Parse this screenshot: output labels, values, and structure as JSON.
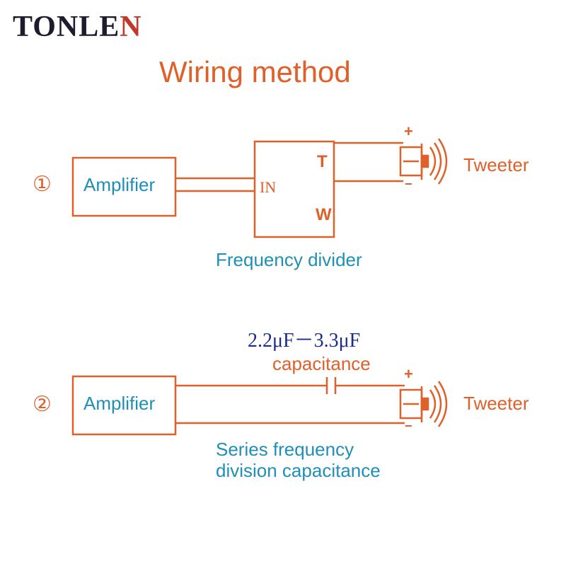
{
  "brand": {
    "prefix": "TONLE",
    "suffix": "N"
  },
  "title": "Wiring method",
  "section1": {
    "number": "①",
    "amplifier_label": "Amplifier",
    "divider": {
      "in_label": "IN",
      "t_label": "T",
      "w_label": "W",
      "caption": "Frequency divider"
    },
    "tweeter": {
      "label": "Tweeter",
      "plus": "+",
      "minus": "−"
    }
  },
  "section2": {
    "number": "②",
    "amplifier_label": "Amplifier",
    "capacitor": {
      "value": "2.2μF－3.3μF",
      "label": "capacitance"
    },
    "tweeter": {
      "label": "Tweeter",
      "plus": "+",
      "minus": "−"
    },
    "caption_line1": "Series frequency",
    "caption_line2": "division capacitance"
  },
  "colors": {
    "wire": "#e0602a",
    "caption": "#1f8fb8",
    "capacitor_value": "#1a2d8f",
    "brand": "#1c1c2e",
    "brand_accent": "#c0392b"
  }
}
